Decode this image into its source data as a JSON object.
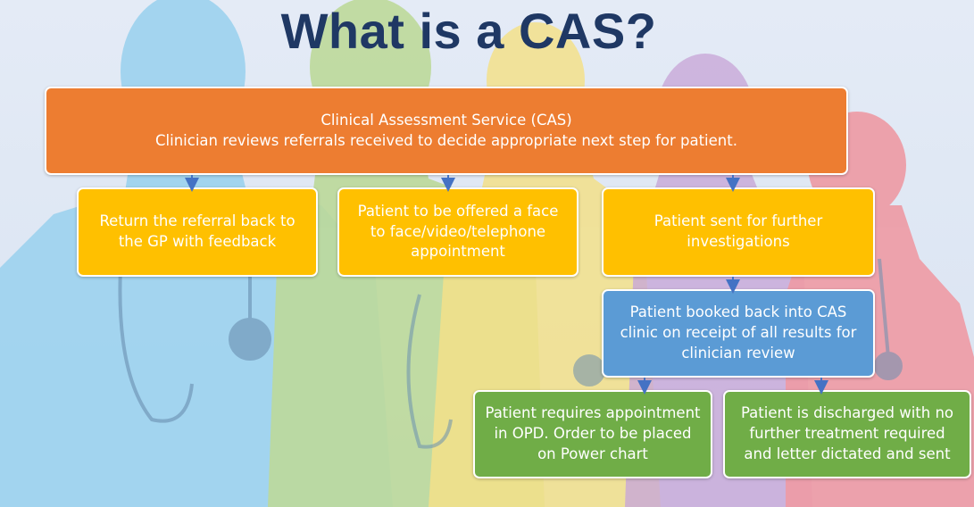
{
  "title": "What is a CAS?",
  "boxes": {
    "cas": {
      "line1": "Clinical Assessment Service (CAS)",
      "line2": "Clinician reviews referrals received to decide appropriate next step for patient."
    },
    "return_gp": "Return the referral back to the GP with feedback",
    "face_to_face": "Patient to be offered a face to face/video/telephone appointment",
    "investigations": "Patient sent for further investigations",
    "booked_back": "Patient booked back into CAS clinic on receipt of all results for clinician review",
    "opd": "Patient requires appointment in OPD.  Order to be placed on Power chart",
    "discharged": "Patient is discharged with no further treatment required and letter dictated and sent"
  },
  "colors": {
    "title": "#1f3864",
    "orange": "#ed7d31",
    "yellow": "#ffc000",
    "blue": "#5b9bd5",
    "green": "#70ad47",
    "arrow": "#4472c4"
  }
}
